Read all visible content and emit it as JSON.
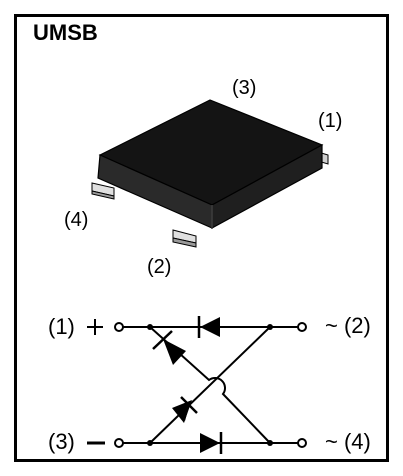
{
  "figure": {
    "package_name": "UMSB"
  },
  "package_view": {
    "pin_labels": {
      "pin3": "(3)",
      "pin1": "(1)",
      "pin4": "(4)",
      "pin2": "(2)"
    },
    "colors": {
      "body": "#1a1a1a",
      "lead": "#d9d9d9"
    }
  },
  "schematic": {
    "input_plus": "(1)",
    "input_minus": "(3)",
    "ac_output_top": "(2)",
    "ac_output_bottom": "(4)",
    "symbols": {
      "plus": "+",
      "minus": "—",
      "ac": "~"
    }
  }
}
